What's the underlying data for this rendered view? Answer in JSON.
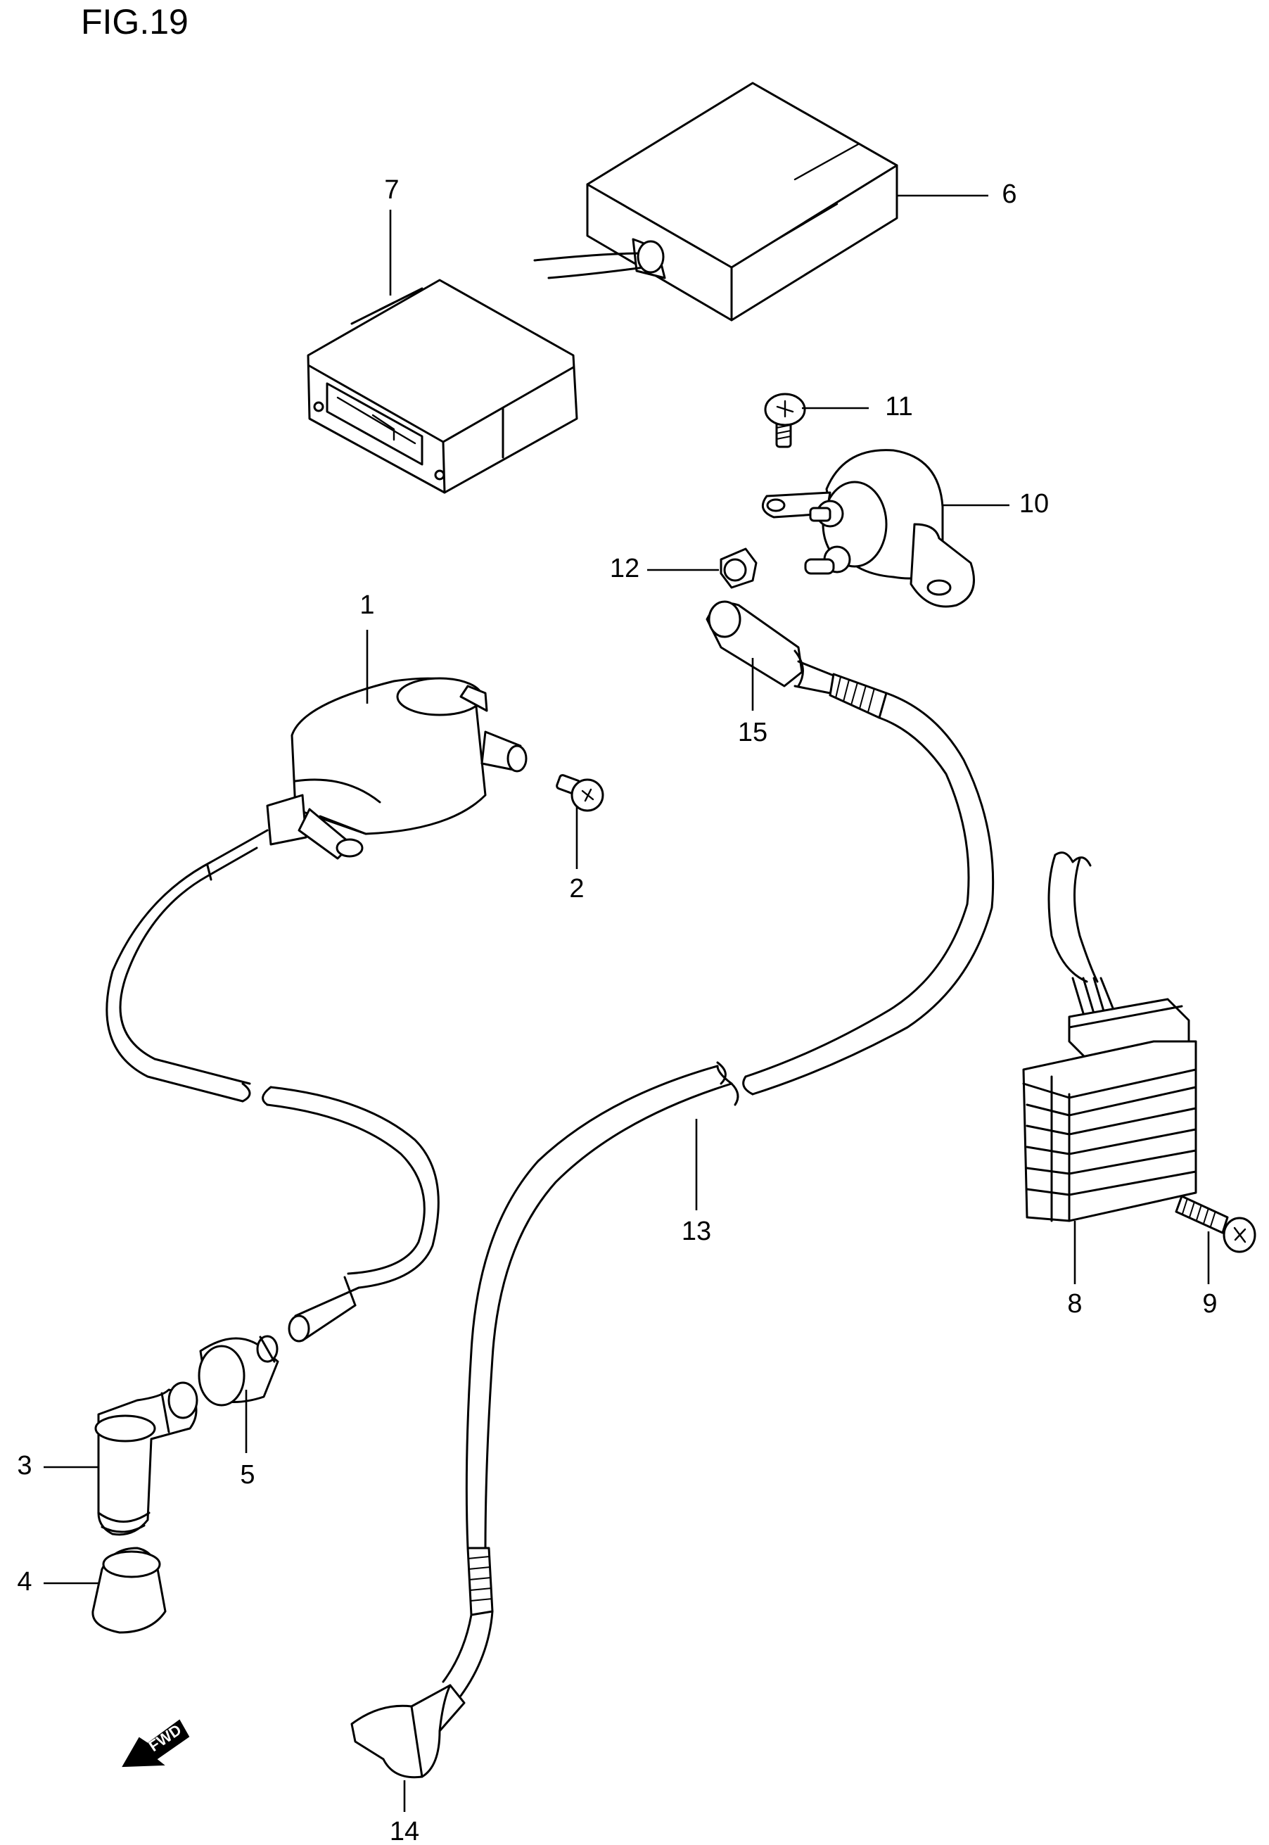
{
  "figure": {
    "title": "FIG.19"
  },
  "direction_marker": {
    "text": "FWD"
  },
  "callouts": [
    {
      "id": "1",
      "label": "1"
    },
    {
      "id": "2",
      "label": "2"
    },
    {
      "id": "3",
      "label": "3"
    },
    {
      "id": "4",
      "label": "4"
    },
    {
      "id": "5",
      "label": "5"
    },
    {
      "id": "6",
      "label": "6"
    },
    {
      "id": "7",
      "label": "7"
    },
    {
      "id": "8",
      "label": "8"
    },
    {
      "id": "9",
      "label": "9"
    },
    {
      "id": "10",
      "label": "10"
    },
    {
      "id": "11",
      "label": "11"
    },
    {
      "id": "12",
      "label": "12"
    },
    {
      "id": "13",
      "label": "13"
    },
    {
      "id": "14",
      "label": "14"
    },
    {
      "id": "15",
      "label": "15"
    }
  ]
}
